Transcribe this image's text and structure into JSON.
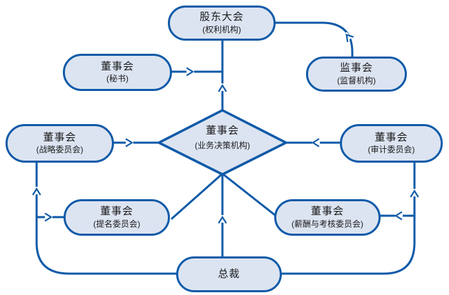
{
  "diagram": {
    "colors": {
      "line": "#0f5aa8",
      "node_fill": "#dce4f1",
      "node_border": "#0f5aa8",
      "text": "#1a1a1a",
      "background": "#ffffff"
    },
    "nodes": {
      "shareholders": {
        "label": "股东大会",
        "sublabel": "(权利机构)",
        "shape": "stadium"
      },
      "supervisory": {
        "label": "监事会",
        "sublabel": "(监督机构)",
        "shape": "stadium"
      },
      "secretary": {
        "label": "董事会",
        "sublabel": "(秘书)",
        "shape": "stadium"
      },
      "decision": {
        "label": "董事会",
        "sublabel": "(业务决策机构)",
        "shape": "diamond"
      },
      "strategy": {
        "label": "董事会",
        "sublabel": "(战略委员会)",
        "shape": "stadium"
      },
      "audit": {
        "label": "董事会",
        "sublabel": "(审计委员会)",
        "shape": "stadium"
      },
      "nomination": {
        "label": "董事会",
        "sublabel": "(提名委员会)",
        "shape": "stadium"
      },
      "remuneration": {
        "label": "董事会",
        "sublabel": "(薪酬与考核委员会)",
        "shape": "stadium"
      },
      "president": {
        "label": "总裁",
        "sublabel": "",
        "shape": "stadium"
      }
    },
    "edges": [
      {
        "from": "supervisory",
        "to": "shareholders",
        "arrow": true,
        "style": "elbow-curve"
      },
      {
        "from": "decision",
        "to": "shareholders",
        "arrow": true,
        "style": "straight"
      },
      {
        "from": "secretary",
        "to": "decision",
        "arrow": true,
        "style": "straight"
      },
      {
        "from": "strategy",
        "to": "decision",
        "arrow": true,
        "style": "straight"
      },
      {
        "from": "audit",
        "to": "decision",
        "arrow": true,
        "style": "straight"
      },
      {
        "from": "president",
        "to": "decision",
        "arrow": true,
        "style": "straight"
      },
      {
        "from": "decision",
        "to": "nomination",
        "arrow": false,
        "style": "diagonal"
      },
      {
        "from": "decision",
        "to": "remuneration",
        "arrow": false,
        "style": "diagonal"
      },
      {
        "from": "president",
        "to": "strategy",
        "arrow": true,
        "style": "elbow"
      },
      {
        "from": "president",
        "to": "nomination",
        "arrow": true,
        "style": "elbow-branch"
      },
      {
        "from": "president",
        "to": "audit",
        "arrow": true,
        "style": "elbow"
      },
      {
        "from": "president",
        "to": "remuneration",
        "arrow": true,
        "style": "elbow-branch"
      }
    ]
  }
}
